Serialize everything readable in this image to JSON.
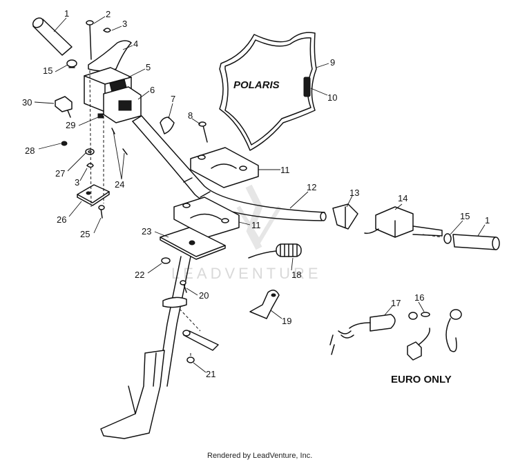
{
  "diagram": {
    "brand_label": "POLARIS",
    "euro_label": "EURO ONLY",
    "watermark": "LEADVENTURE",
    "footer": "Rendered by LeadVenture, Inc.",
    "callouts": [
      {
        "id": "c1a",
        "text": "1"
      },
      {
        "id": "c2",
        "text": "2"
      },
      {
        "id": "c3a",
        "text": "3"
      },
      {
        "id": "c4",
        "text": "4"
      },
      {
        "id": "c5",
        "text": "5"
      },
      {
        "id": "c6",
        "text": "6"
      },
      {
        "id": "c7",
        "text": "7"
      },
      {
        "id": "c8",
        "text": "8"
      },
      {
        "id": "c9",
        "text": "9"
      },
      {
        "id": "c10",
        "text": "10"
      },
      {
        "id": "c11a",
        "text": "11"
      },
      {
        "id": "c11b",
        "text": "11"
      },
      {
        "id": "c12",
        "text": "12"
      },
      {
        "id": "c13",
        "text": "13"
      },
      {
        "id": "c14",
        "text": "14"
      },
      {
        "id": "c15a",
        "text": "15"
      },
      {
        "id": "c15b",
        "text": "15"
      },
      {
        "id": "c1b",
        "text": "1"
      },
      {
        "id": "c16",
        "text": "16"
      },
      {
        "id": "c17",
        "text": "17"
      },
      {
        "id": "c18",
        "text": "18"
      },
      {
        "id": "c19",
        "text": "19"
      },
      {
        "id": "c20",
        "text": "20"
      },
      {
        "id": "c21",
        "text": "21"
      },
      {
        "id": "c22",
        "text": "22"
      },
      {
        "id": "c23",
        "text": "23"
      },
      {
        "id": "c24",
        "text": "24"
      },
      {
        "id": "c25",
        "text": "25"
      },
      {
        "id": "c26",
        "text": "26"
      },
      {
        "id": "c27",
        "text": "27"
      },
      {
        "id": "c3b",
        "text": "3"
      },
      {
        "id": "c28",
        "text": "28"
      },
      {
        "id": "c29",
        "text": "29"
      },
      {
        "id": "c30",
        "text": "30"
      }
    ]
  }
}
